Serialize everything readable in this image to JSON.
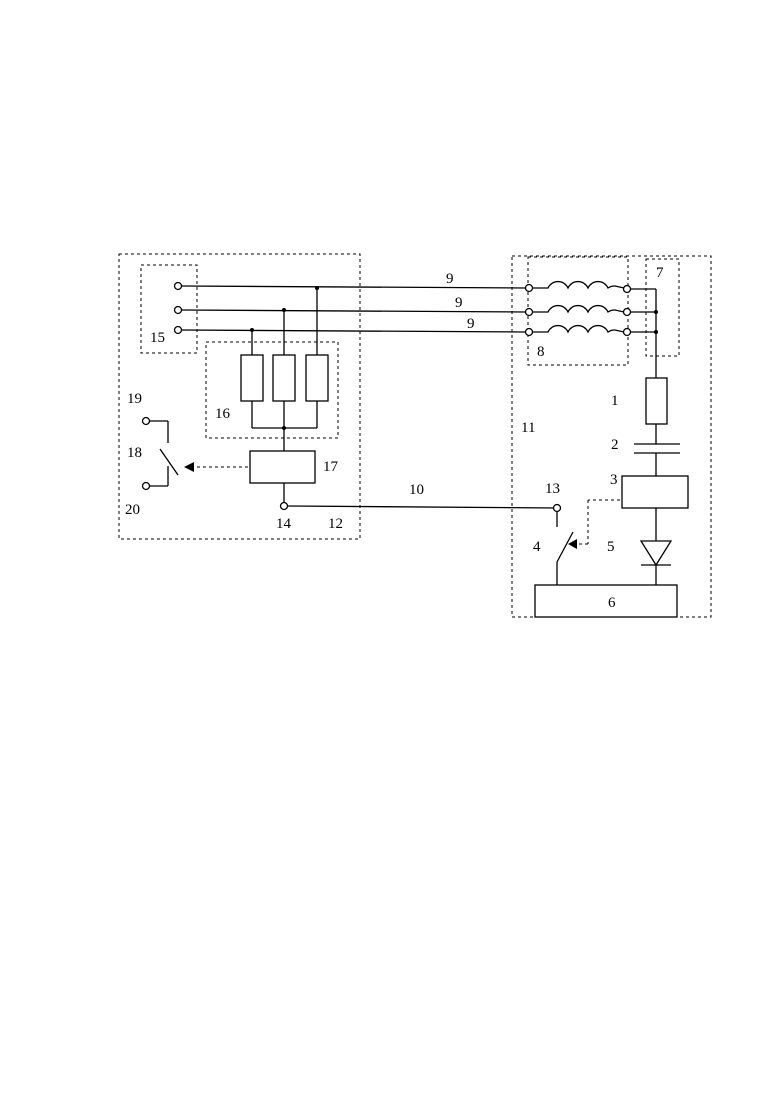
{
  "labels": {
    "l1": "1",
    "l2": "2",
    "l3": "3",
    "l4": "4",
    "l5": "5",
    "l6": "6",
    "l7": "7",
    "l8": "8",
    "l9a": "9",
    "l9b": "9",
    "l9c": "9",
    "l10": "10",
    "l11": "11",
    "l12": "12",
    "l13": "13",
    "l14": "14",
    "l15": "15",
    "l16": "16",
    "l17": "17",
    "l18": "18",
    "l19": "19",
    "l20": "20"
  }
}
